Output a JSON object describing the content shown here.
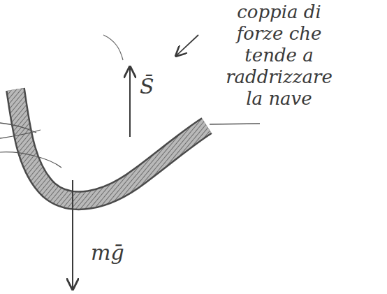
{
  "diagram": {
    "labels": [
      "coppia di forze che tende a raddrizzare la nave",
      "S̄",
      "mḡ"
    ]
  }
}
